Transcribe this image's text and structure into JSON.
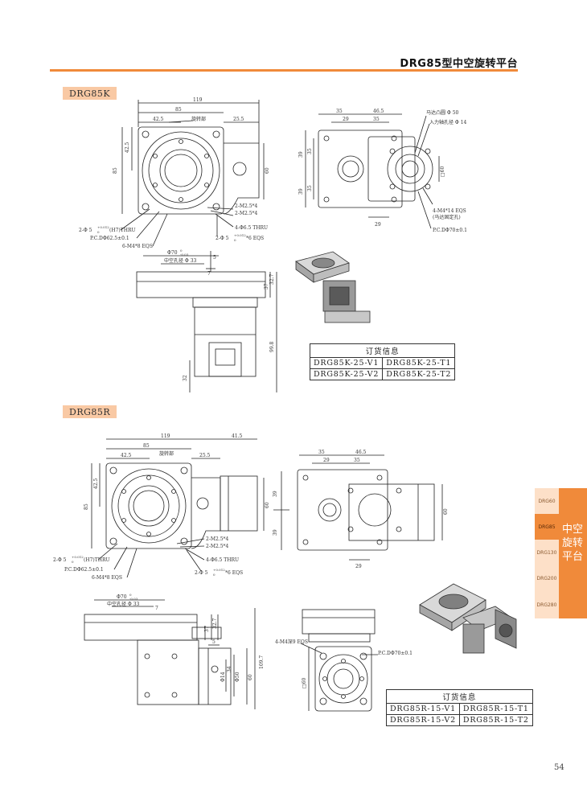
{
  "page": {
    "title": "DRG85型中空旋转平台",
    "number": "54"
  },
  "side_nav": {
    "tabs": [
      "DRG60",
      "DRG85",
      "DRG130",
      "DRG200",
      "DRG280"
    ],
    "active": "DRG85",
    "band_label": "中空旋转平台",
    "accent_color": "#f08a3a",
    "tab_color": "#fde0c8"
  },
  "sections": [
    {
      "model": "DRG85K",
      "top_view_dims": {
        "d119": "119",
        "d85": "85",
        "d42_5": "42.5",
        "d25_5": "25.5",
        "d85v": "85",
        "d42_5v": "42.5",
        "d60": "60",
        "rotary": "旋转部"
      },
      "top_view_notes": [
        "2-M2.5*4",
        "2-M2.5*4",
        "4-Φ6.5 THRU",
        "2-Φ 5",
        "(H7)THRU",
        "P.C.DΦ62.5±0.1",
        "6-M4*8 EQS",
        "2-Φ 5",
        "*6 EQS",
        "+0.012",
        "0",
        "+0.012",
        "0"
      ],
      "motor_view_dims": {
        "d35": "35",
        "d46_5": "46.5",
        "d29": "29",
        "d35b": "35",
        "d39a": "39",
        "d35v": "35",
        "d39b": "39",
        "d35v2": "35",
        "d60": "□60",
        "d29b": "29"
      },
      "motor_view_notes": [
        "马达凸圆 Φ 50",
        "入力轴孔径 Φ 14",
        "4-M4*14 EQS",
        "(马达固定孔)",
        "P.C.DΦ70±0.1"
      ],
      "front_view_dims": {
        "d70": "Φ70",
        "d70tol": "0",
        "d70tol2": "-0.03",
        "hollow": "中空孔径 Φ 33",
        "d5": "5",
        "d7": "7",
        "d37": "37",
        "d32_7": "32.7",
        "d99_8": "99.8",
        "d32": "32"
      },
      "order_info": {
        "header": "订货信息",
        "codes": [
          "DRG85K-25-V1",
          "DRG85K-25-T1",
          "DRG85K-25-V2",
          "DRG85K-25-T2"
        ]
      }
    },
    {
      "model": "DRG85R",
      "top_view_dims": {
        "d119": "119",
        "d41_5": "41.5",
        "d85": "85",
        "d42_5": "42.5",
        "d25_5": "25.5",
        "d85v": "85",
        "d42_5v": "42.5",
        "d60": "60",
        "rotary": "旋转部"
      },
      "top_view_notes": [
        "2-M2.5*4",
        "2-M2.5*4",
        "4-Φ6.5 THRU",
        "2-Φ 5",
        "(H7)THRU",
        "P.C.DΦ62.5±0.1",
        "6-M4*8 EQS",
        "2-Φ 5",
        "*6 EQS",
        "+0.012",
        "0",
        "+0.012",
        "0"
      ],
      "motor_view_dims": {
        "d35": "35",
        "d46_5": "46.5",
        "d29": "29",
        "d35b": "35",
        "d39a": "39",
        "d60": "60",
        "d39b": "39",
        "d29b": "29"
      },
      "front_view_dims": {
        "d70": "Φ70",
        "d70tol": "0",
        "d70tol2": "-0.03",
        "hollow": "中空孔径 Φ 33",
        "d7": "7",
        "d37": "37",
        "d32_7": "32.7",
        "d109_7": "109.7",
        "d5": "5",
        "d14": "Φ14",
        "d34": "34",
        "d50": "Φ50",
        "d60": "60"
      },
      "side_view_notes": [
        "4-M4深9 EQS",
        "P.C.DΦ70±0.1",
        "□60"
      ],
      "order_info": {
        "header": "订货信息",
        "codes": [
          "DRG85R-15-V1",
          "DRG85R-15-T1",
          "DRG85R-15-V2",
          "DRG85R-15-T2"
        ]
      }
    }
  ]
}
